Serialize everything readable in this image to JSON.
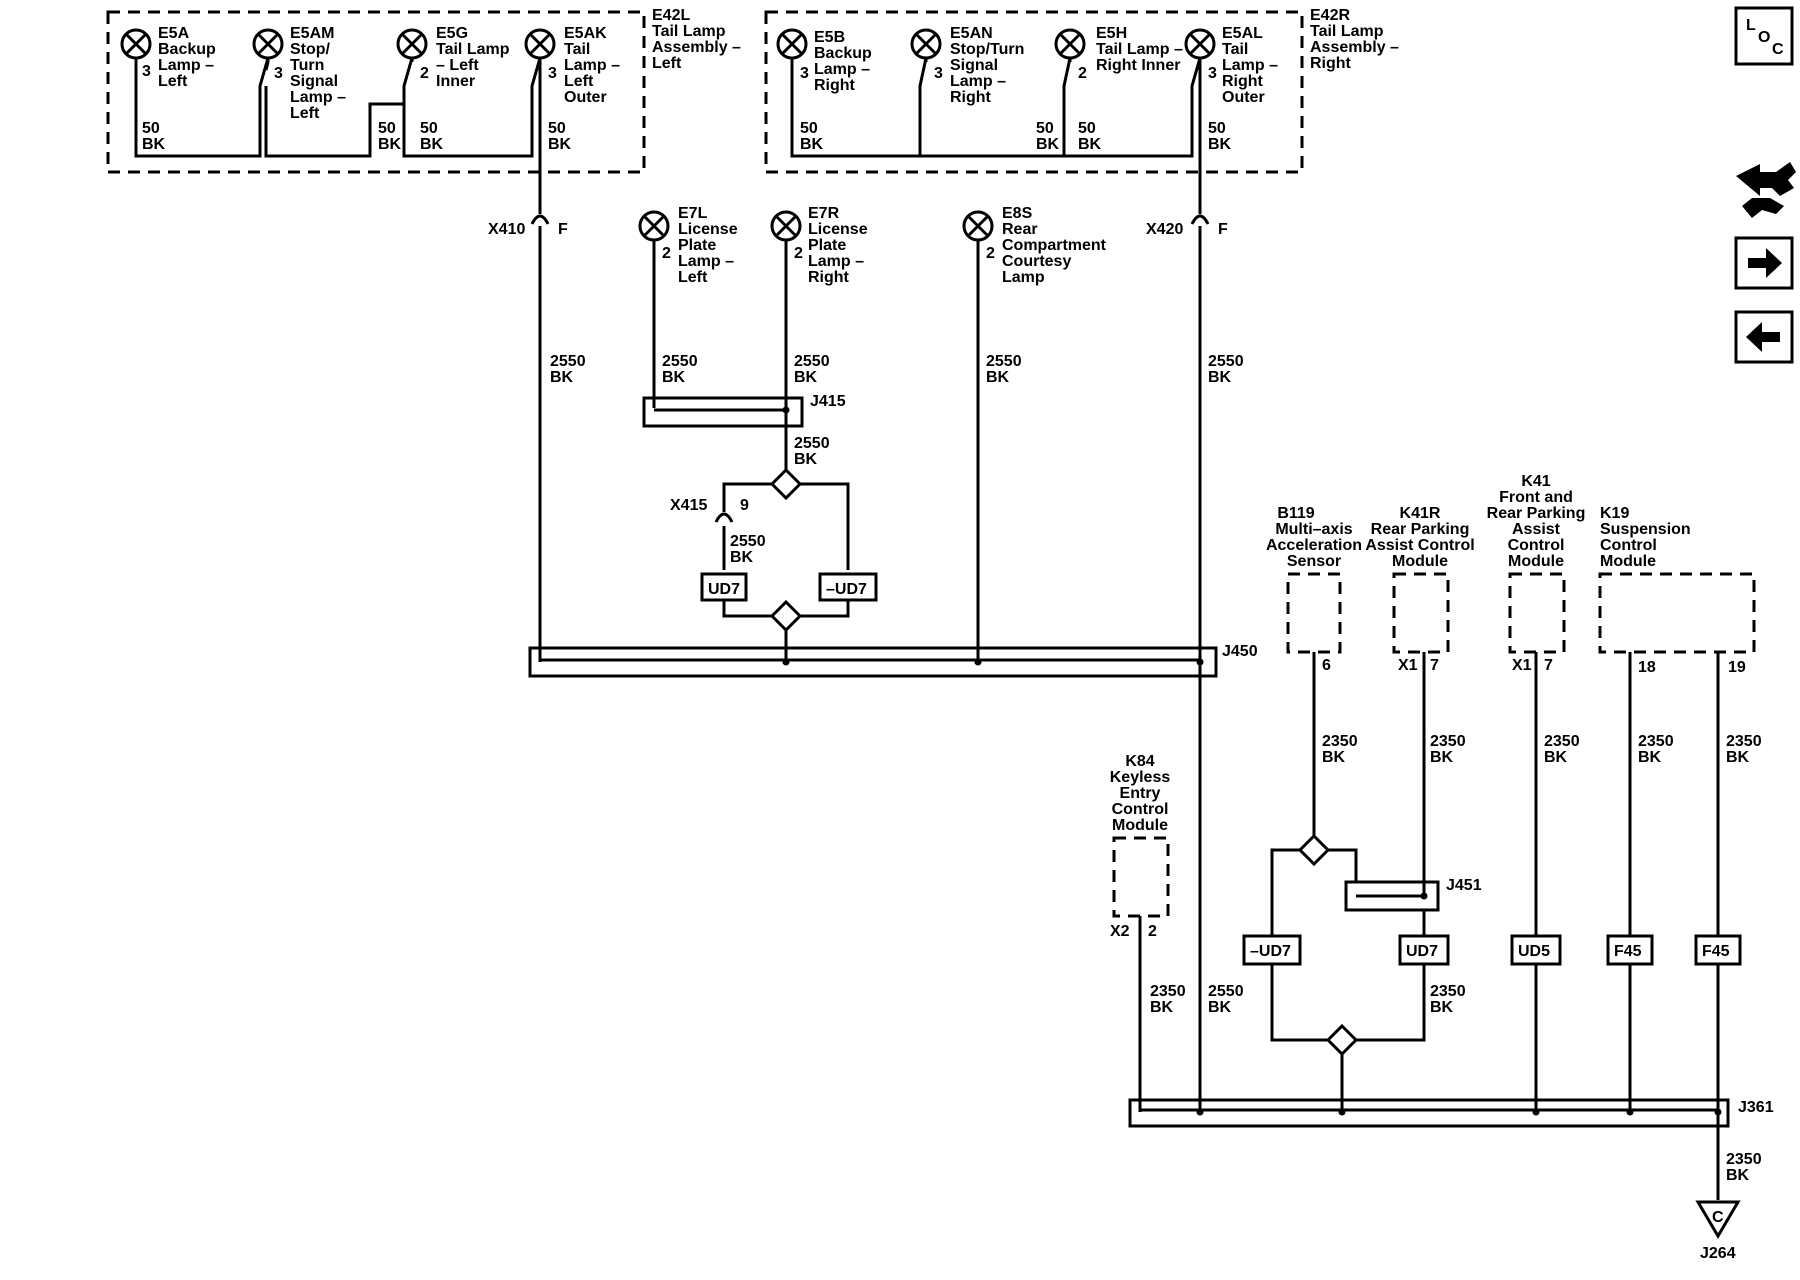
{
  "lamp_assy_left": {
    "name": "E42L",
    "desc": [
      "Tail Lamp",
      "Assembly –",
      "Left"
    ]
  },
  "lamp_assy_right": {
    "name": "E42R",
    "desc": [
      "Tail Lamp",
      "Assembly –",
      "Right"
    ]
  },
  "lamps_left": [
    {
      "name": "E5A",
      "desc": [
        "Backup",
        "Lamp –",
        "Left"
      ],
      "pin": "3"
    },
    {
      "name": "E5AM",
      "desc": [
        "Stop/",
        "Turn",
        "Signal",
        "Lamp –",
        "Left"
      ],
      "pin": "3"
    },
    {
      "name": "E5G",
      "desc": [
        "Tail Lamp",
        "– Left",
        "Inner"
      ],
      "pin": "2"
    },
    {
      "name": "E5AK",
      "desc": [
        "Tail",
        "Lamp –",
        "Left",
        "Outer"
      ],
      "pin": "3"
    }
  ],
  "lamps_right": [
    {
      "name": "E5B",
      "desc": [
        "Backup",
        "Lamp –",
        "Right"
      ],
      "pin": "3"
    },
    {
      "name": "E5AN",
      "desc": [
        "Stop/Turn",
        "Signal",
        "Lamp –",
        "Right"
      ],
      "pin": "3"
    },
    {
      "name": "E5H",
      "desc": [
        "Tail Lamp –",
        "Right Inner"
      ],
      "pin": "2"
    },
    {
      "name": "E5AL",
      "desc": [
        "Tail",
        "Lamp –",
        "Right",
        "Outer"
      ],
      "pin": "3"
    }
  ],
  "wire_50bk": [
    "50",
    "BK"
  ],
  "wire_2550bk": [
    "2550",
    "BK"
  ],
  "wire_2350bk": [
    "2350",
    "BK"
  ],
  "connectors": {
    "x410": {
      "name": "X410",
      "pin": "F"
    },
    "x420": {
      "name": "X420",
      "pin": "F"
    },
    "x415": {
      "name": "X415",
      "pin": "9"
    }
  },
  "lamps_mid": [
    {
      "name": "E7L",
      "desc": [
        "License",
        "Plate",
        "Lamp –",
        "Left"
      ],
      "pin": "2"
    },
    {
      "name": "E7R",
      "desc": [
        "License",
        "Plate",
        "Lamp –",
        "Right"
      ],
      "pin": "2"
    },
    {
      "name": "E8S",
      "desc": [
        "Rear",
        "Compartment",
        "Courtesy",
        "Lamp"
      ],
      "pin": "2"
    }
  ],
  "splices": {
    "j415": "J415",
    "j450": "J450",
    "j451": "J451",
    "j361": "J361"
  },
  "tags": {
    "ud7": "UD7",
    "nud7": "–UD7",
    "ud5": "UD5",
    "f45": "F45"
  },
  "modules": {
    "b119": {
      "name": "B119",
      "desc": [
        "Multi–axis",
        "Acceleration",
        "Sensor"
      ],
      "pin": "6"
    },
    "k41r": {
      "name": "K41R",
      "desc": [
        "Rear Parking",
        "Assist Control",
        "Module"
      ],
      "conn": "X1",
      "pin": "7"
    },
    "k41": {
      "name": "K41",
      "desc": [
        "Front and",
        "Rear Parking",
        "Assist",
        "Control",
        "Module"
      ],
      "conn": "X1",
      "pin": "7"
    },
    "k19": {
      "name": "K19",
      "desc": [
        "Suspension",
        "Control",
        "Module"
      ],
      "pin_a": "18",
      "pin_b": "19"
    },
    "k84": {
      "name": "K84",
      "desc": [
        "Keyless",
        "Entry",
        "Control",
        "Module"
      ],
      "conn": "X2",
      "pin": "2"
    }
  },
  "ground": {
    "letter": "C",
    "name": "J264"
  },
  "nav": {
    "loc_icon": "loc-icon",
    "letters": [
      "L",
      "O",
      "C"
    ],
    "tool_icon": "service-tool-icon",
    "next_icon": "arrow-right-icon",
    "prev_icon": "arrow-left-icon"
  }
}
